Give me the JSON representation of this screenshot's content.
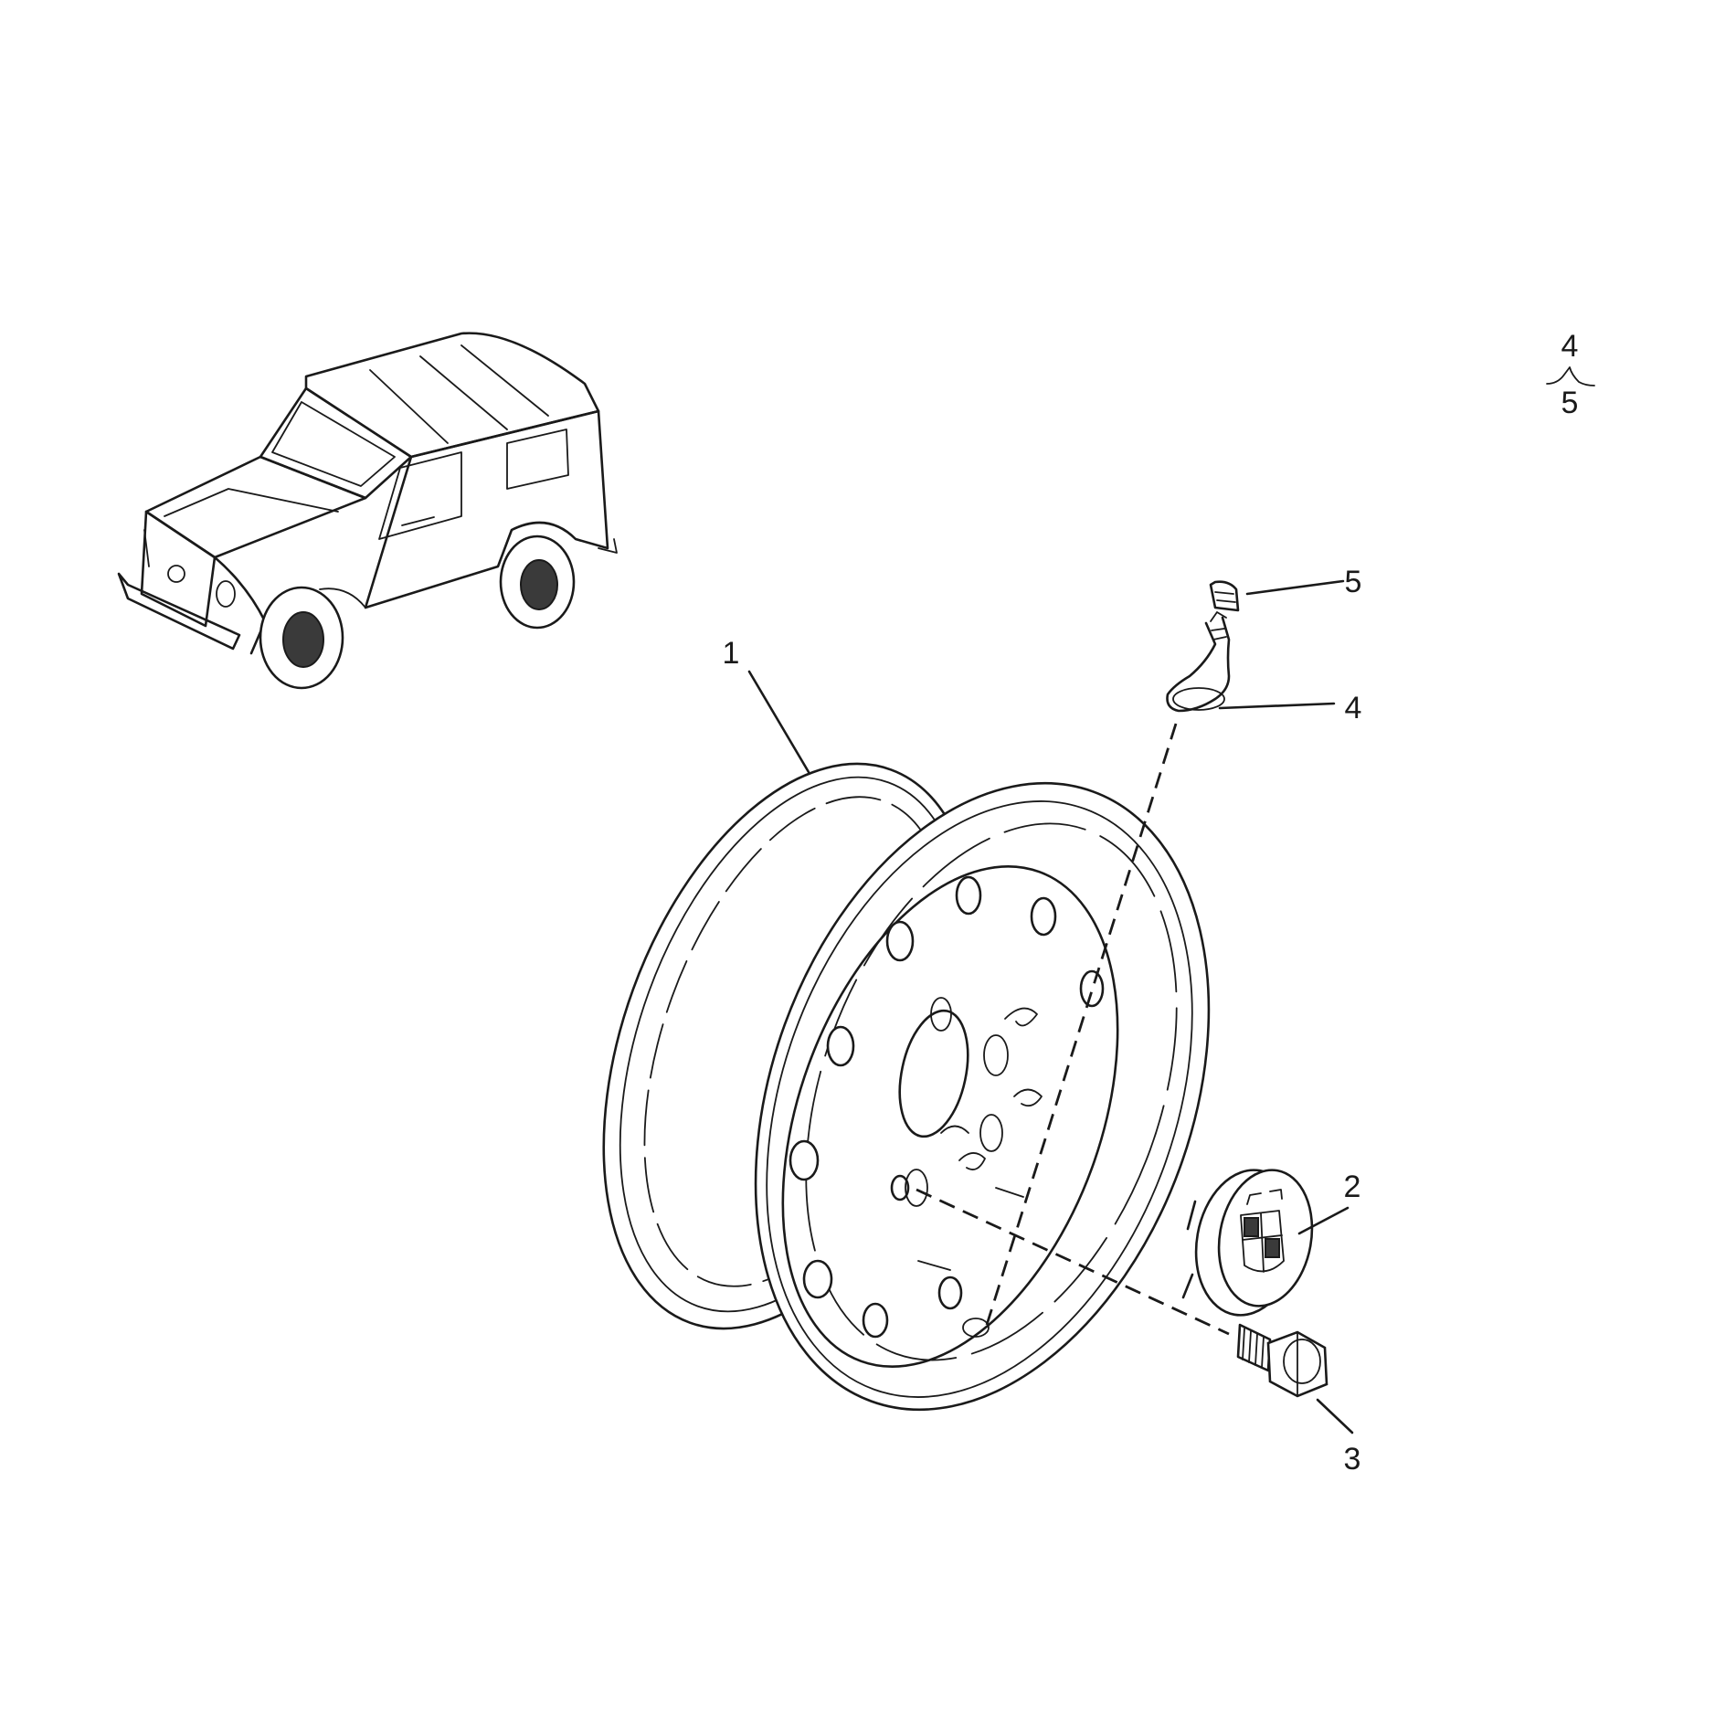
{
  "callouts": {
    "wheel_rim": "1",
    "hub_cap": "2",
    "wheel_bolt": "3",
    "valve": "4",
    "valve_cap": "5"
  },
  "legend": {
    "top": "4",
    "bottom": "5"
  }
}
